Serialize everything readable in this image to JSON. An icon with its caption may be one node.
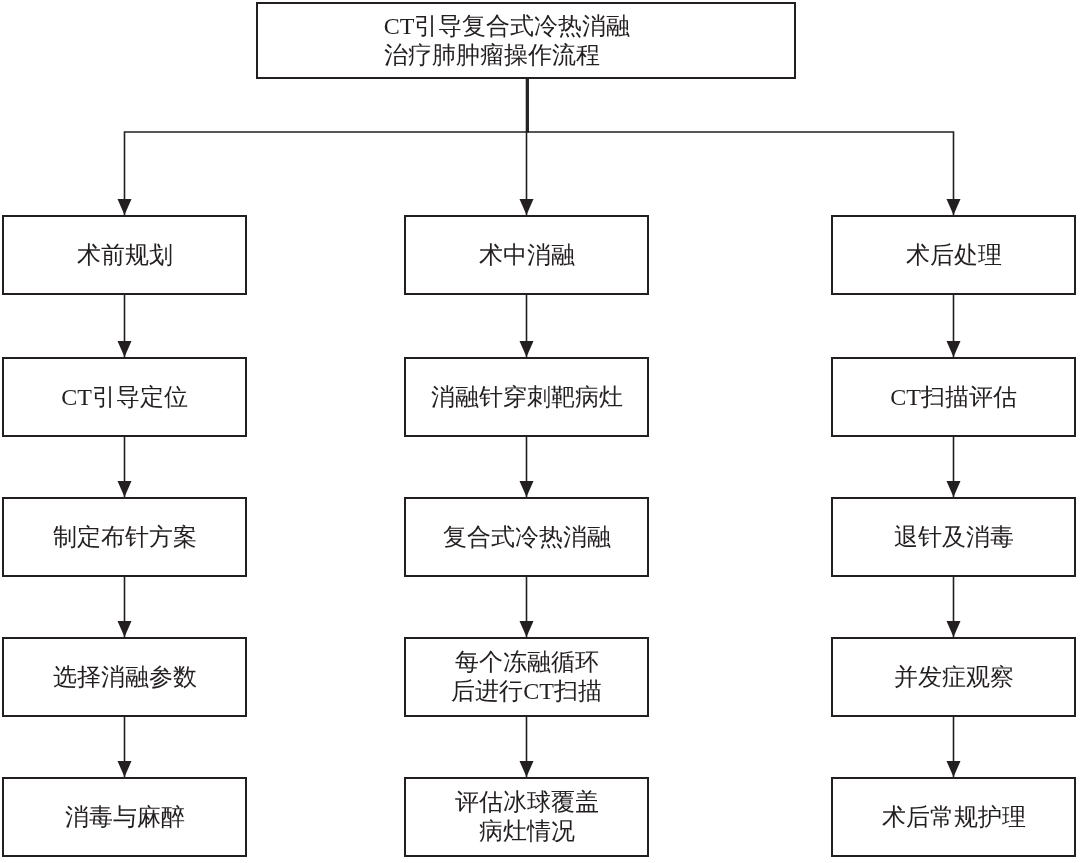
{
  "diagram": {
    "nodes": [
      {
        "text": [
          "CT引导复合式冷热消融治疗肺肿瘤操作流程"
        ]
      },
      {
        "text": [
          "术前规划"
        ]
      },
      {
        "text": [
          "术中消融"
        ]
      },
      {
        "text": [
          "术后处理"
        ]
      },
      {
        "text": [
          "CT引导定位"
        ]
      },
      {
        "text": [
          "消融针穿刺靶病灶"
        ]
      },
      {
        "text": [
          "CT扫描评估"
        ]
      },
      {
        "text": [
          "制定布针方案"
        ]
      },
      {
        "text": [
          "复合式冷热消融"
        ]
      },
      {
        "text": [
          "退针及消毒"
        ]
      },
      {
        "text": [
          "选择消融参数"
        ]
      },
      {
        "text": [
          "每个冻融循环后进行CT扫描"
        ]
      },
      {
        "text": [
          "并发症观察"
        ]
      },
      {
        "text": [
          "消毒与麻醉"
        ]
      },
      {
        "text": [
          "评估冰球覆盖病灶情况"
        ]
      },
      {
        "text": [
          "术后常规护理"
        ]
      }
    ],
    "edges": [
      {
        "from": 0,
        "to": 1,
        "arrow": "to"
      },
      {
        "from": 0,
        "to": 2,
        "arrow": "to"
      },
      {
        "from": 0,
        "to": 3,
        "arrow": "to"
      },
      {
        "from": 1,
        "to": 4,
        "arrow": "to"
      },
      {
        "from": 4,
        "to": 7,
        "arrow": "to"
      },
      {
        "from": 7,
        "to": 10,
        "arrow": "to"
      },
      {
        "from": 10,
        "to": 13,
        "arrow": "to"
      },
      {
        "from": 2,
        "to": 5,
        "arrow": "to"
      },
      {
        "from": 5,
        "to": 8,
        "arrow": "to"
      },
      {
        "from": 8,
        "to": 11,
        "arrow": "to"
      },
      {
        "from": 11,
        "to": 14,
        "arrow": "to"
      },
      {
        "from": 3,
        "to": 6,
        "arrow": "to"
      },
      {
        "from": 6,
        "to": 9,
        "arrow": "to"
      },
      {
        "from": 9,
        "to": 12,
        "arrow": "to"
      },
      {
        "from": 12,
        "to": 15,
        "arrow": "to"
      }
    ]
  }
}
